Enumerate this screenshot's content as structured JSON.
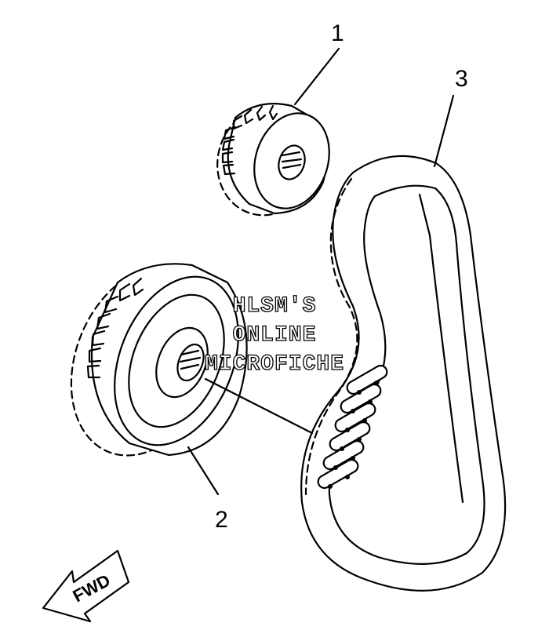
{
  "callouts": {
    "part_1": "1",
    "part_2": "2",
    "part_3": "3"
  },
  "direction_arrow": {
    "label": "FWD"
  },
  "watermark": {
    "line1": "HLSM'S",
    "line2": "ONLINE",
    "line3": "MICROFICHE"
  },
  "colors": {
    "line": "#000000",
    "background": "#ffffff"
  }
}
